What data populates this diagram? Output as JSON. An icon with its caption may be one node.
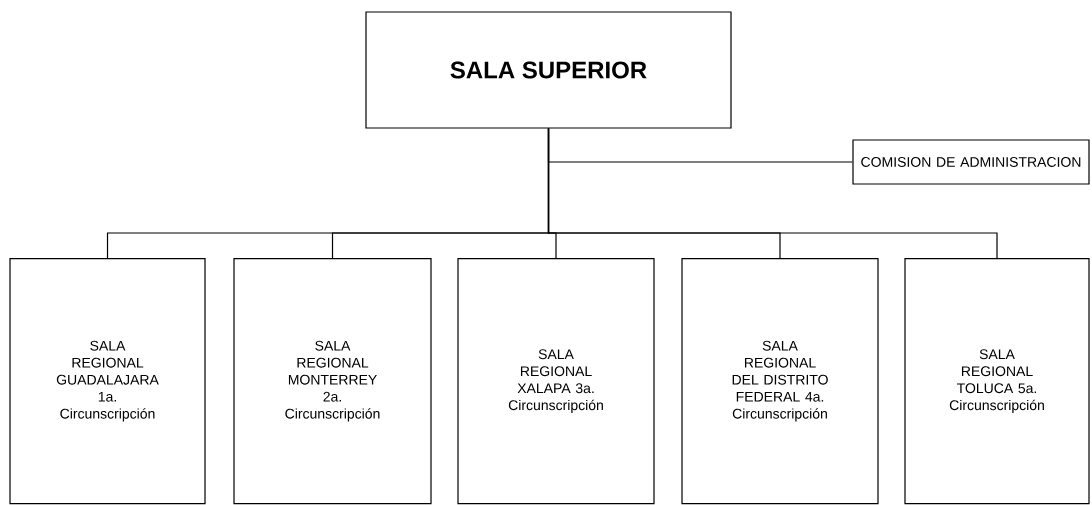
{
  "diagram": {
    "nodes": [
      {
        "text": [
          "SALA SUPERIOR"
        ]
      },
      {
        "text": [
          "COMISION DE ADMINISTRACION"
        ]
      },
      {
        "text": [
          "SALA REGIONAL GUADALAJARA 1a. Circunscripción"
        ]
      },
      {
        "text": [
          "SALA REGIONAL MONTERREY 2a. Circunscripción"
        ]
      },
      {
        "text": [
          "SALA REGIONAL XALAPA 3a. Circunscripción"
        ]
      },
      {
        "text": [
          "SALA REGIONAL DEL DISTRITO FEDERAL 4a. Circunscripción"
        ]
      },
      {
        "text": [
          "SALA REGIONAL TOLUCA 5a. Circunscripción"
        ]
      }
    ],
    "edges": [
      {
        "from": 0,
        "to": 1,
        "arrow": "none"
      },
      {
        "from": 0,
        "to": 2,
        "arrow": "none"
      },
      {
        "from": 0,
        "to": 3,
        "arrow": "none"
      },
      {
        "from": 0,
        "to": 4,
        "arrow": "none"
      },
      {
        "from": 0,
        "to": 5,
        "arrow": "none"
      },
      {
        "from": 0,
        "to": 6,
        "arrow": "none"
      }
    ]
  }
}
